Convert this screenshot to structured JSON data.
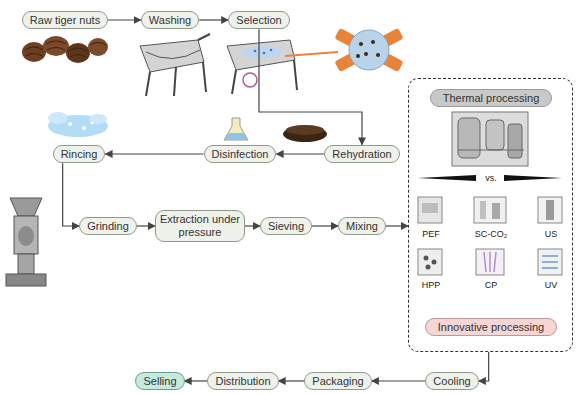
{
  "diagram": {
    "nodes": [
      {
        "text": [
          "Raw tiger nuts"
        ]
      },
      {
        "text": [
          "Washing"
        ]
      },
      {
        "text": [
          "Selection"
        ]
      },
      {
        "text": [
          "Rincing"
        ]
      },
      {
        "text": [
          "Disinfection"
        ]
      },
      {
        "text": [
          "Rehydration"
        ]
      },
      {
        "text": [
          "Grinding"
        ]
      },
      {
        "text": [
          "Extraction under pressure"
        ]
      },
      {
        "text": [
          "Sieving"
        ]
      },
      {
        "text": [
          "Mixing"
        ]
      },
      {
        "text": [
          "vs.",
          "PEF",
          "SC-CO₂",
          "US",
          "HPP",
          "CP",
          "UV"
        ]
      },
      {
        "text": [
          "Thermal processing"
        ],
        "in": 10
      },
      {
        "text": [
          "Innovative processing"
        ],
        "in": 10
      },
      {
        "text": [
          "Selling"
        ]
      },
      {
        "text": [
          "Distribution"
        ]
      },
      {
        "text": [
          "Packaging"
        ]
      },
      {
        "text": [
          "Cooling"
        ]
      }
    ],
    "edges": [
      {
        "from": 0,
        "to": 1,
        "arrow": "to"
      },
      {
        "from": 1,
        "to": 2,
        "arrow": "to"
      },
      {
        "from": 2,
        "to": 5,
        "arrow": "to"
      },
      {
        "from": 5,
        "to": 4,
        "arrow": "to"
      },
      {
        "from": 4,
        "to": 3,
        "arrow": "to"
      },
      {
        "from": 3,
        "to": 6,
        "arrow": "to"
      },
      {
        "from": 6,
        "to": 7,
        "arrow": "to"
      },
      {
        "from": 7,
        "to": 8,
        "arrow": "to"
      },
      {
        "from": 8,
        "to": 9,
        "arrow": "to"
      },
      {
        "from": 9,
        "to": 10,
        "arrow": "to"
      },
      {
        "from": 10,
        "to": 16,
        "arrow": "to"
      },
      {
        "from": 16,
        "to": 15,
        "arrow": "to"
      },
      {
        "from": 15,
        "to": 14,
        "arrow": "to"
      },
      {
        "from": 14,
        "to": 13,
        "arrow": "to"
      }
    ]
  }
}
